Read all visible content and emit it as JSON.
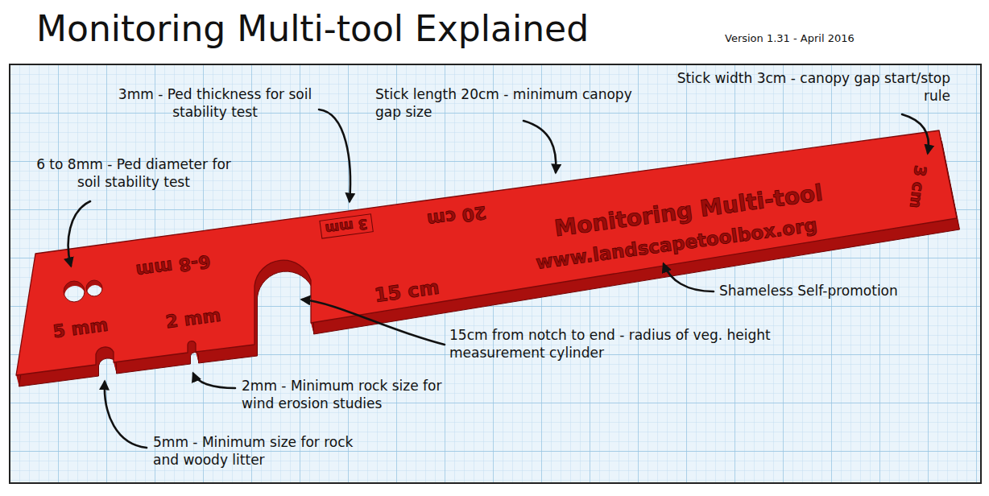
{
  "diagram": {
    "title": "Monitoring Multi-tool Explained",
    "labels": [
      "Version 1.31 - April 2016",
      "3mm - Ped thickness for soil stability test",
      "Stick length 20cm - minimum canopy gap size",
      "Stick width 3cm - canopy gap start/stop rule",
      "6 to 8mm - Ped diameter for soil stability test",
      "Shameless Self-promotion",
      "15cm from notch to end - radius of veg. height measurement cylinder",
      "2mm - Minimum rock size for wind erosion studies",
      "5mm - Minimum size for rock and woody litter",
      "6-8 mm",
      "3 mm",
      "20 cm",
      "Monitoring Multi-tool",
      "www.landscapetoolbox.org",
      "15 cm",
      "5 mm",
      "2 mm",
      "3 cm"
    ]
  }
}
